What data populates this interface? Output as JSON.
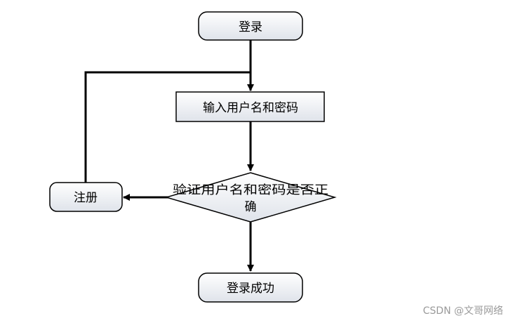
{
  "nodes": {
    "login": {
      "label": "登录"
    },
    "input": {
      "label": "输入用户名和密码"
    },
    "verify": {
      "line1": "验证用户名和密码是否正",
      "line2": "确"
    },
    "register": {
      "label": "注册"
    },
    "success": {
      "label": "登录成功"
    }
  },
  "watermark": "CSDN @文哥网络",
  "colors": {
    "stroke": "#000000",
    "fill_top": "#ffffff",
    "fill_bottom": "#dfe3ea"
  }
}
